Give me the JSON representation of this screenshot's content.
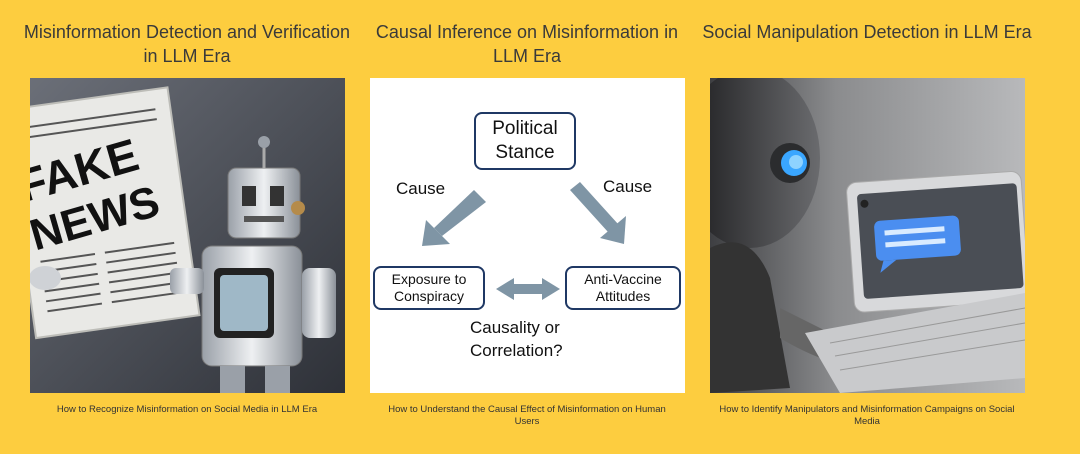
{
  "cards": [
    {
      "title": "Misinformation Detection and Verification in LLM Era",
      "image_text": [
        "FAKE",
        "NEWS"
      ],
      "caption": "How to Recognize Misinformation on Social Media in LLM Era"
    },
    {
      "title": "Causal Inference on Misinformation in LLM Era",
      "diagram": {
        "top_node": "Political Stance",
        "left_node": "Exposure to Conspiracy",
        "right_node": "Anti-Vaccine Attitudes",
        "left_edge_label": "Cause",
        "right_edge_label": "Cause",
        "question": "Causality or Correlation?"
      },
      "caption": "How to Understand the Causal Effect of Misinformation on Human Users"
    },
    {
      "title": "Social Manipulation Detection in LLM Era",
      "caption": "How to Identify Manipulators and Misinformation Campaigns on Social Media"
    }
  ],
  "colors": {
    "background": "#FDCD3F",
    "diagram_border": "#1f3864",
    "diagram_arrow": "#7f95a5"
  }
}
